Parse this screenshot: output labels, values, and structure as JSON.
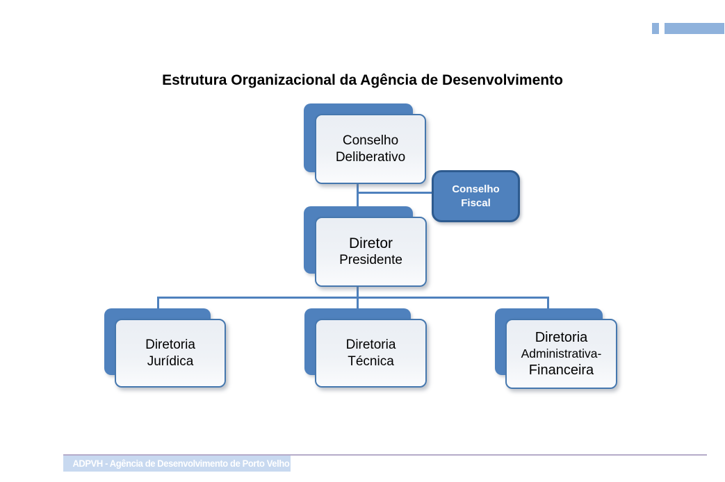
{
  "title": "Estrutura Organizacional da Agência de Desenvolvimento",
  "colors": {
    "accent_blue": "#4F81BD",
    "accent_blue_dark": "#2E5B8F",
    "box_border": "#4577AE",
    "box_fill_top": "#EAEEF4",
    "box_fill_bottom": "#FAFBFD",
    "decor_blue": "#8FB2DC",
    "footer_band": "#C8D9F0",
    "footer_line": "#B5ABC9",
    "footer_text": "#FFFFFF",
    "connector": "#4F81BD",
    "text_black": "#000000"
  },
  "org": {
    "nodes": {
      "conselho_deliberativo": {
        "line1": "Conselho",
        "line2": "Deliberativo"
      },
      "conselho_fiscal": {
        "line1": "Conselho",
        "line2": "Fiscal"
      },
      "diretor_presidente": {
        "line1": "Diretor",
        "line2": "Presidente"
      },
      "diretoria_juridica": {
        "line1": "Diretoria",
        "line2": "Jurídica"
      },
      "diretoria_tecnica": {
        "line1": "Diretoria",
        "line2": "Técnica"
      },
      "diretoria_adm_financeira": {
        "line1": "Diretoria",
        "line2": "Administrativa-",
        "line3": "Financeira"
      }
    }
  },
  "footer": {
    "text": "ADPVH - Agência de Desenvolvimento de Porto Velho"
  }
}
